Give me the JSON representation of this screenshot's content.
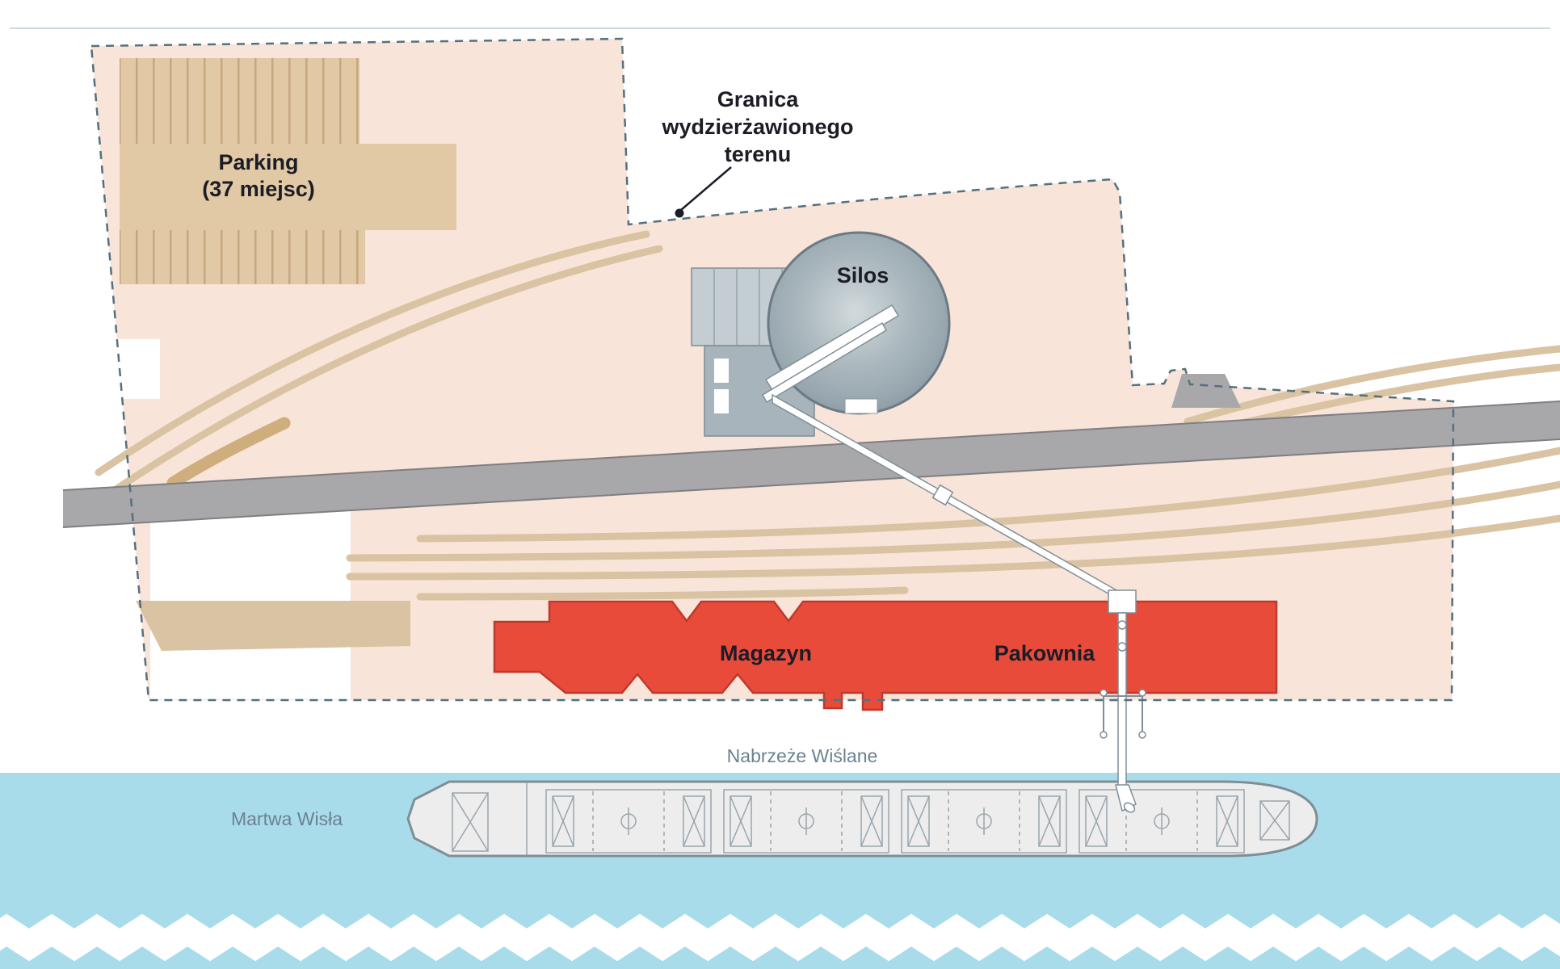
{
  "labels": {
    "parking_line1": "Parking",
    "parking_line2": "(37 miejsc)",
    "boundary_line1": "Granica",
    "boundary_line2": "wydzierżawionego",
    "boundary_line3": "terenu",
    "silo": "Silos",
    "warehouse": "Magazyn",
    "packing": "Pakownia",
    "quay": "Nabrzeże Wiślane",
    "river": "Martwa Wisła"
  },
  "colors": {
    "land": "#f8e4d8",
    "parking": "#e1c9a6",
    "parking_stripe": "#c6a87e",
    "track": "#d9c3a2",
    "track_dark": "#cfae7e",
    "rail": "#a8a8ab",
    "rail_edge": "#7f7f83",
    "building": "#e94b3b",
    "building_border": "#bf392b",
    "silo_rim": "#6b7a85",
    "water": "#a9dcea",
    "ship": "#ededee",
    "ship_line": "#9aa5ab",
    "machinery": "#7f8e96",
    "boundary": "#55707e",
    "label": "#1c1c26",
    "muted": "#6b8191",
    "rule": "#cfdade"
  }
}
